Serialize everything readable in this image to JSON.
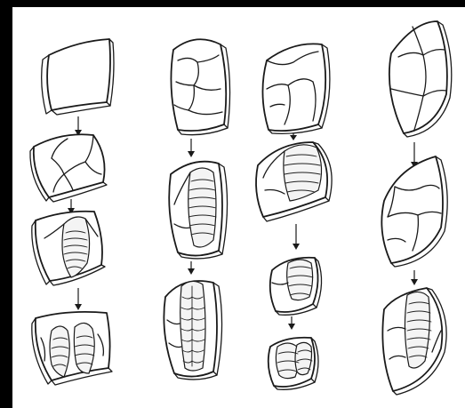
{
  "figure": {
    "description_visible_text": "",
    "columns": [
      {
        "id": "a",
        "stages": 4
      },
      {
        "id": "b",
        "stages": 3
      },
      {
        "id": "c",
        "stages": 4
      },
      {
        "id": "d",
        "stages": 3
      }
    ]
  },
  "colors": {
    "frame": "#000000",
    "paper": "#ffffff",
    "ink": "#1a1a1a"
  }
}
